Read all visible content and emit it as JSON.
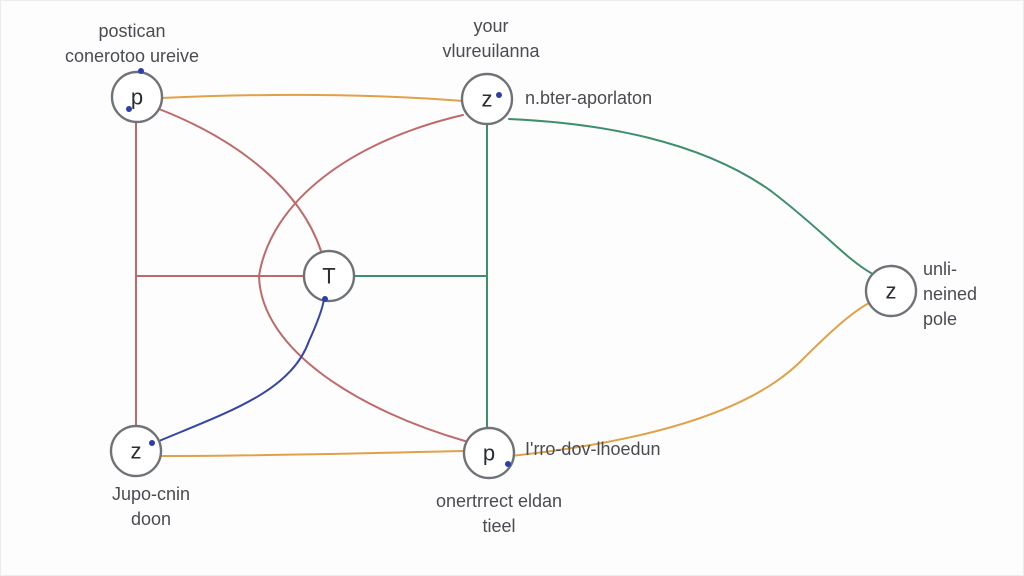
{
  "colors": {
    "orange": "#e0a148",
    "red": "#bf6a6a",
    "green": "#3e8f6c",
    "blue": "#3546a3",
    "node_ring": "#6f7378",
    "dot": "#2c3ea8"
  },
  "nodes": {
    "top_left": {
      "letter": "p",
      "label_lines": [
        "postican",
        "conerotoo ureive"
      ]
    },
    "top_mid": {
      "letter": "z",
      "label_lines": [
        "your",
        "vlureuilanna"
      ],
      "side_label": "n.bter-aporlaton"
    },
    "center": {
      "letter": "T"
    },
    "right": {
      "letter": "z",
      "label_lines": [
        "unli-",
        "neined",
        "pole"
      ]
    },
    "bottom_left": {
      "letter": "z",
      "label_lines": [
        "Jupo-cnin",
        "doon"
      ]
    },
    "bottom_mid": {
      "letter": "p",
      "label_lines": [
        "onertrrect eldan",
        "tieel"
      ],
      "side_label": "I'rro-dov-lhoedun"
    }
  }
}
